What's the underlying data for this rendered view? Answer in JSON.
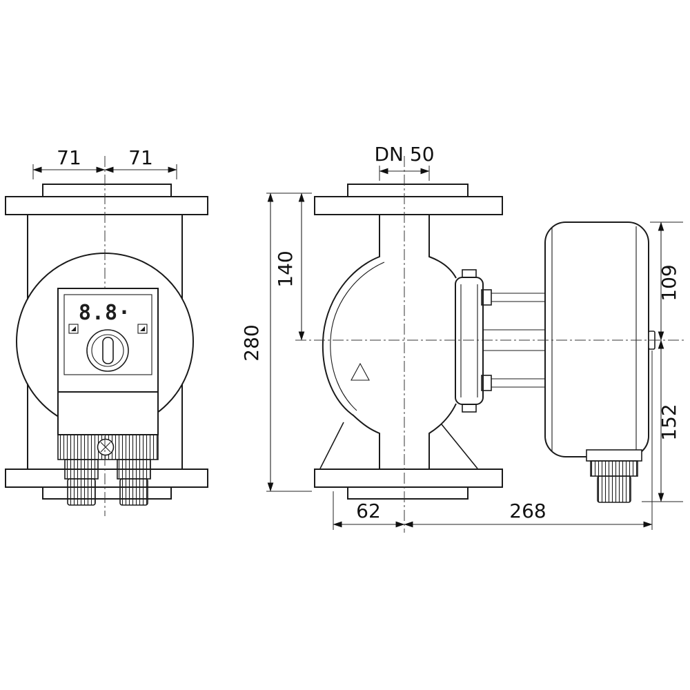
{
  "drawing": {
    "display": "8.8·",
    "dims": {
      "flange_half_left": "71",
      "flange_half_right": "71",
      "dn": "DN 50",
      "center_to_top_port": "140",
      "port_to_port": "280",
      "motor_top": "109",
      "motor_bottom": "152",
      "foot_offset": "62",
      "depth": "268"
    }
  }
}
